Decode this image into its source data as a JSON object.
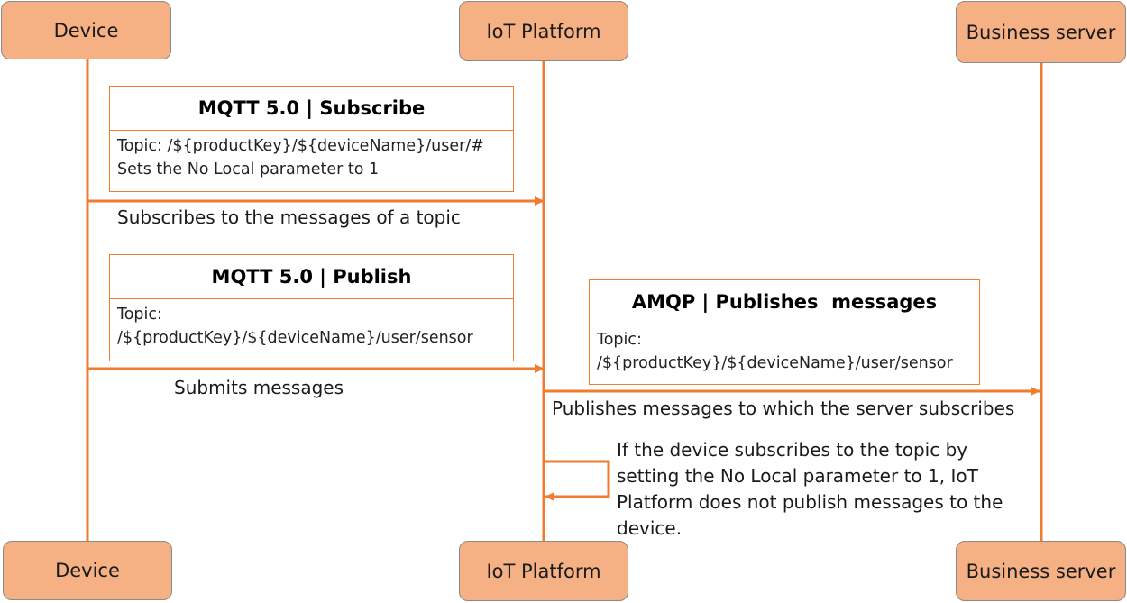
{
  "actors": {
    "device": "Device",
    "platform": "IoT Platform",
    "server": "Business server"
  },
  "notes": {
    "subscribe": {
      "title": "MQTT 5.0 | Subscribe",
      "line1": "Topic: /${productKey}/${deviceName}/user/#",
      "line2": "Sets the No Local parameter to 1"
    },
    "publish": {
      "title": "MQTT 5.0 | Publish",
      "line1": "Topic:",
      "line2": "/${productKey}/${deviceName}/user/sensor"
    },
    "amqp": {
      "title": "AMQP | Publishes  messages",
      "line1": "Topic:",
      "line2": "/${productKey}/${deviceName}/user/sensor"
    }
  },
  "messages": {
    "subscribe": "Subscribes to the messages of a topic",
    "submit": "Submits messages",
    "forward": "Publishes messages to which the server subscribes",
    "no_local": "If the device subscribes to the topic by setting the No Local parameter to 1, IoT Platform does not publish messages to the device."
  },
  "colors": {
    "arrow": "#ee7d31",
    "actor_fill": "#f5b183",
    "note_border": "#ee7d31"
  }
}
